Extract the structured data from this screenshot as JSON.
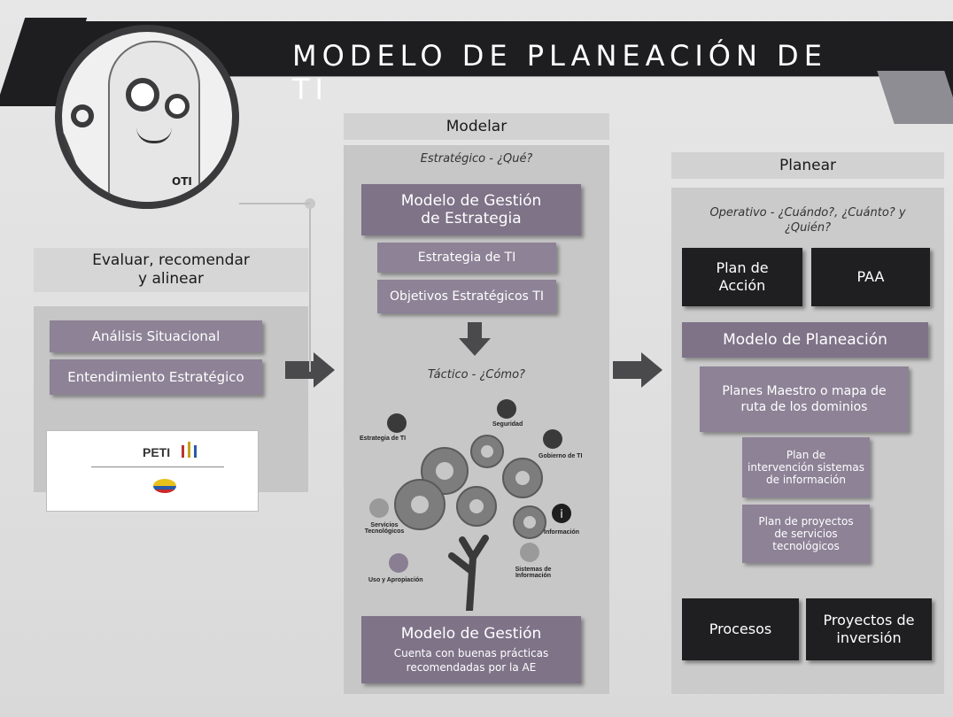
{
  "title": "MODELO DE PLANEACIÓN DE TI",
  "robot_badge": "OTI",
  "columns": {
    "left": {
      "header": "Evaluar, recomendar y alinear",
      "header_line1": "Evaluar, recomendar",
      "header_line2": "y alinear",
      "items": [
        "Análisis Situacional",
        "Entendimiento Estratégico"
      ],
      "logo_text": "PETI"
    },
    "middle": {
      "header": "Modelar",
      "strategic_label": "Estratégico - ¿Qué?",
      "strategy_model_line1": "Modelo de Gestión",
      "strategy_model_line2": "de Estrategia",
      "strategy_items": [
        "Estrategia de TI",
        "Objetivos Estratégicos TI"
      ],
      "tactical_label": "Táctico - ¿Cómo?",
      "tree_labels": {
        "estrategia": "Estrategia de TI",
        "seguridad": "Seguridad",
        "gobierno": "Gobierno de TI",
        "servicios": "Servicios Tecnológicos",
        "informacion": "Información",
        "uso": "Uso y Apropiación",
        "sistemas": "Sistemas de Información"
      },
      "management_model_title": "Modelo de Gestión",
      "management_model_desc_line1": "Cuenta con buenas prácticas",
      "management_model_desc_line2": "recomendadas por la AE"
    },
    "right": {
      "header": "Planear",
      "operative_label_line1": "Operativo - ¿Cuándo?, ¿Cuánto? y",
      "operative_label_line2": "¿Quién?",
      "plan_accion_line1": "Plan de",
      "plan_accion_line2": "Acción",
      "paa": "PAA",
      "planning_model": "Modelo de Planeación",
      "master_plans_line1": "Planes Maestro o mapa de",
      "master_plans_line2": "ruta de los dominios",
      "intervention_plan_line1": "Plan de",
      "intervention_plan_line2": "intervención sistemas",
      "intervention_plan_line3": "de información",
      "projects_plan_line1": "Plan de proyectos",
      "projects_plan_line2": "de servicios",
      "projects_plan_line3": "tecnológicos",
      "procesos": "Procesos",
      "inversion_line1": "Proyectos de",
      "inversion_line2": "inversión"
    }
  },
  "colors": {
    "title_band": "#1e1d20",
    "purple_box": "#8d8296",
    "dark_box": "#1f1e21",
    "panel": "#c7c7c7"
  }
}
